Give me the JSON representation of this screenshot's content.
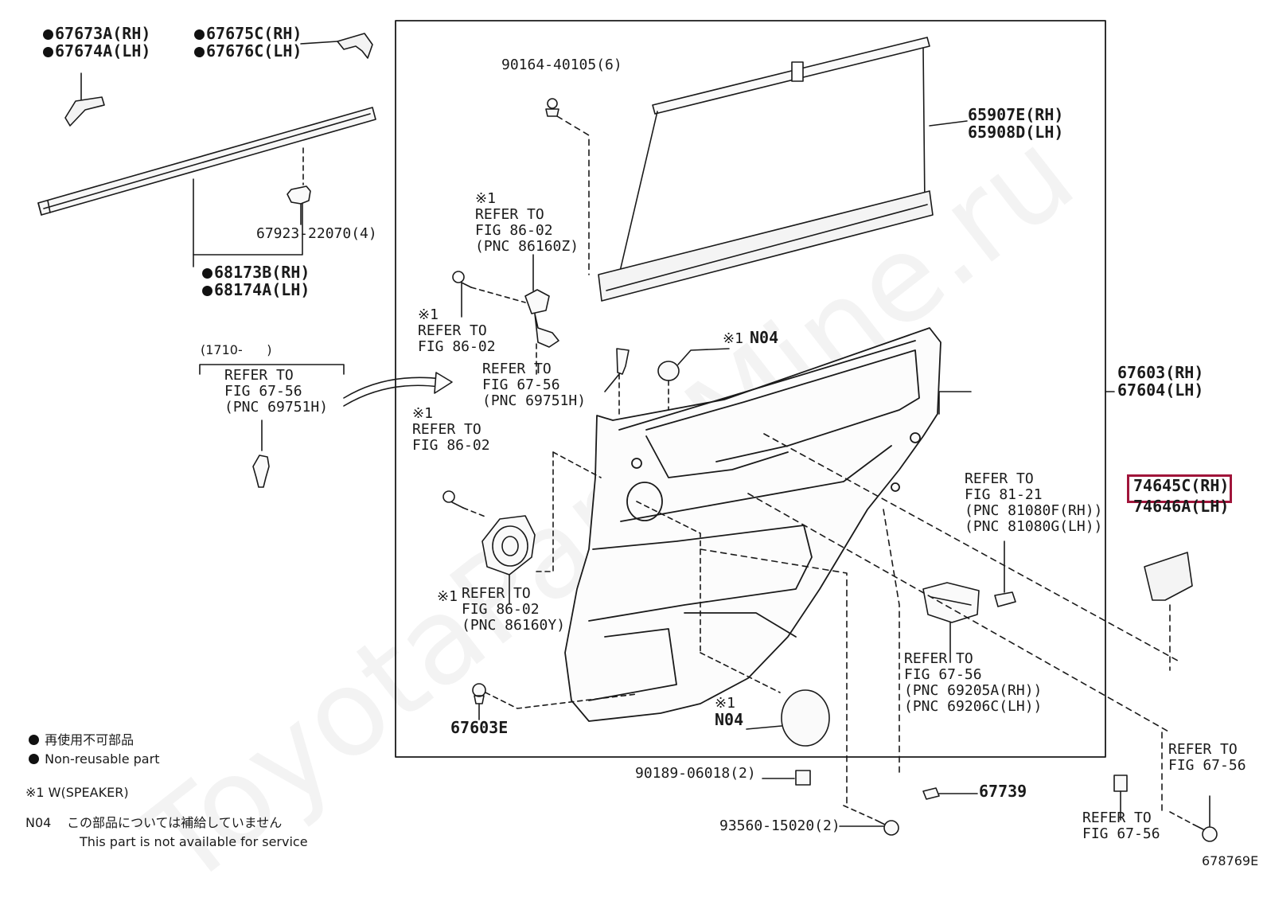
{
  "watermark": "ToyotaPartsMine.ru",
  "highlight_color": "#a0153a",
  "parts": {
    "p67673": "67673A(RH)",
    "p67674": "67674A(LH)",
    "p67675": "67675C(RH)",
    "p67676": "67676C(LH)",
    "p67923": "67923-22070(4)",
    "p68173": "68173B(RH)",
    "p68174": "68174A(LH)",
    "p90164": "90164-40105(6)",
    "p65907": "65907E(RH)",
    "p65908": "65908D(LH)",
    "p67603": "67603(RH)",
    "p67604": "67604(LH)",
    "p74645": "74645C(RH)",
    "p74646": "74646A(LH)",
    "p67603e": "67603E",
    "p90189": "90189-06018(2)",
    "p93560": "93560-15020(2)",
    "p67739": "67739",
    "n04a": "N04",
    "n04b": "N04",
    "diagram_id": "678769E"
  },
  "refs": {
    "r_left_range": "(1710-      )",
    "r_left": "REFER TO\nFIG 67-56\n(PNC 69751H)",
    "r_86160z": "※1\nREFER TO\nFIG 86-02\n(PNC 86160Z)",
    "r_8602a": "※1\nREFER TO\nFIG 86-02",
    "r_69751h": "REFER TO\nFIG 67-56\n(PNC 69751H)",
    "r_8602b": "※1\nREFER TO\nFIG 86-02",
    "r_86160y_mark": "※1",
    "r_86160y": "REFER TO\nFIG 86-02\n(PNC 86160Y)",
    "r_n04a_mark": "※1",
    "r_n04b_mark": "※1",
    "r_81080": "REFER TO\nFIG 81-21\n(PNC 81080F(RH))\n(PNC 81080G(LH))",
    "r_69205": "REFER TO\nFIG 67-56\n(PNC 69205A(RH))\n(PNC 69206C(LH))",
    "r_6756_right": "REFER TO\nFIG 67-56",
    "r_6756_bottom": "REFER TO\nFIG 67-56"
  },
  "legend": {
    "nonreusable_jp": "再使用不可部品",
    "nonreusable_en": "Non-reusable part",
    "w_speaker": "※1 W(SPEAKER)",
    "n04_code": "N04",
    "n04_jp": "この部品については補給していません",
    "n04_en": "This part is not available for service"
  }
}
